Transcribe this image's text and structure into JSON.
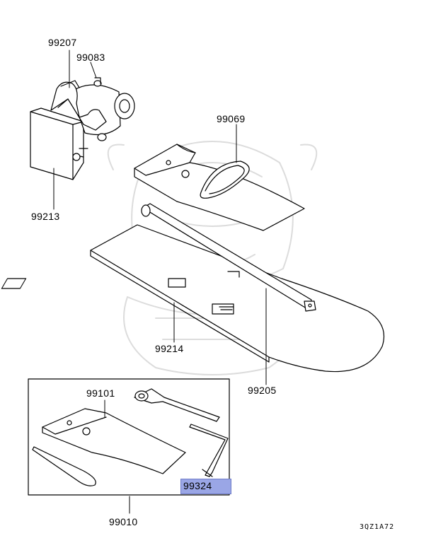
{
  "diagram": {
    "labels": {
      "jack_bracket": "99207",
      "wing_bolt": "99083",
      "jack_base": "99213",
      "strap": "99069",
      "tray_cover": "99214",
      "handle_bar": "99205",
      "tool_bag": "99101",
      "tool_kit": "99010",
      "hook": "99324"
    },
    "highlighted_part": "99324",
    "highlight_color": "#9aa6e6",
    "drawing_code": "3QZ1A72"
  }
}
